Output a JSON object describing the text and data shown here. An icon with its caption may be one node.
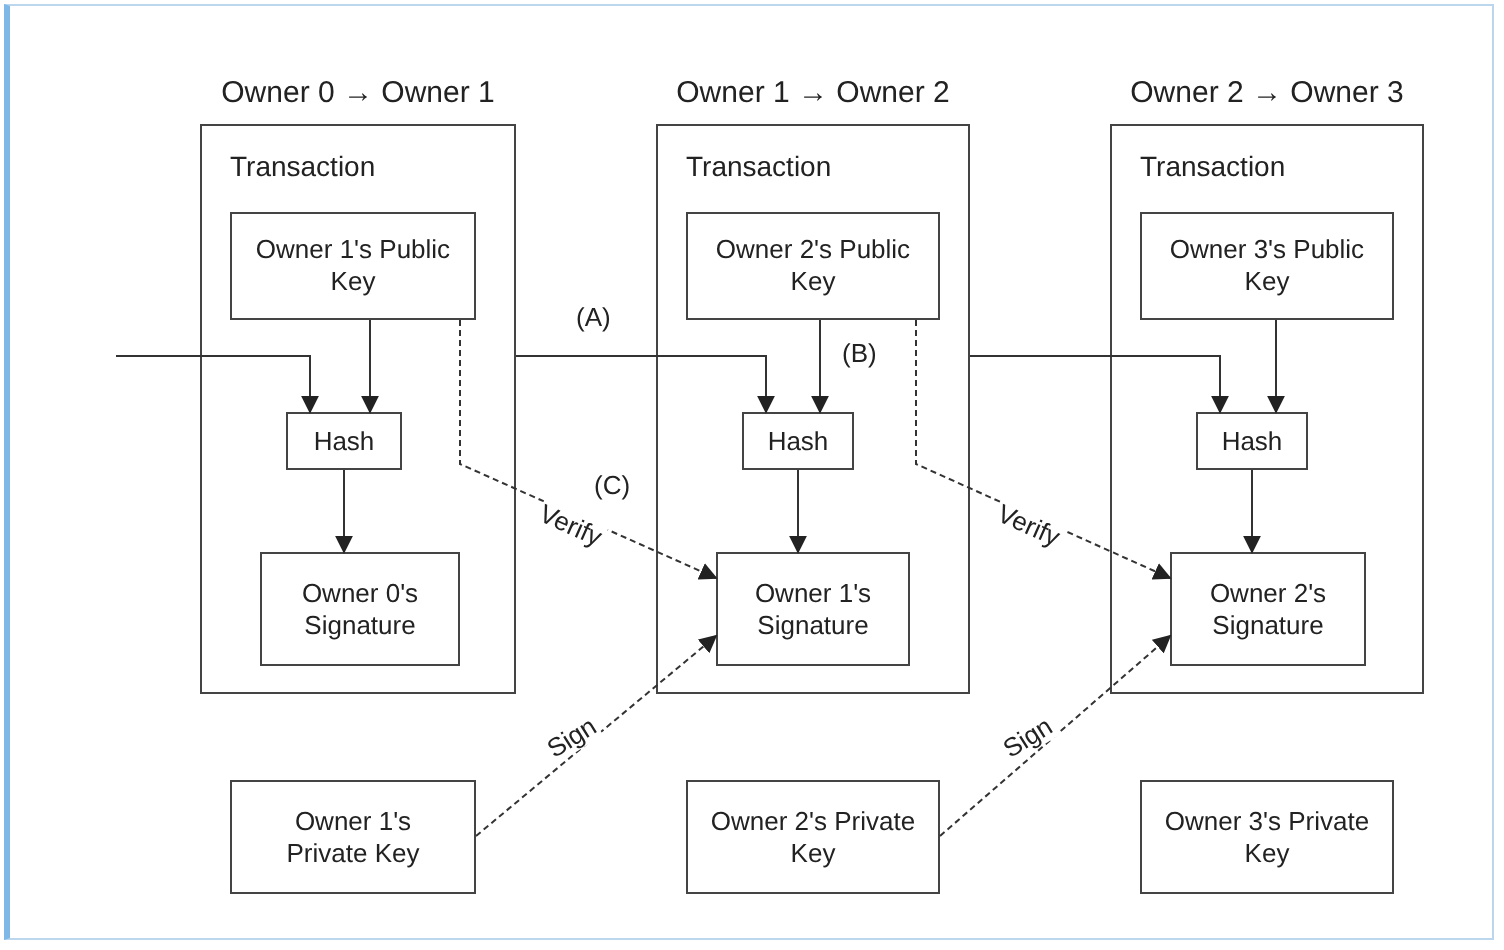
{
  "diagram": {
    "nodes": [
      {
        "text": [
          "Owner 0 → Owner 1",
          "Transaction"
        ]
      },
      {
        "text": [
          "Owner 1's Public Key"
        ],
        "in": 0
      },
      {
        "text": [
          "Hash"
        ],
        "in": 0
      },
      {
        "text": [
          "Owner 0's Signature"
        ],
        "in": 0
      },
      {
        "text": [
          "Owner 1 → Owner 2",
          "Transaction"
        ]
      },
      {
        "text": [
          "Owner 2's Public Key"
        ],
        "in": 4
      },
      {
        "text": [
          "Hash"
        ],
        "in": 4
      },
      {
        "text": [
          "Owner 1's Signature"
        ],
        "in": 4
      },
      {
        "text": [
          "Owner 2 → Owner 3",
          "Transaction"
        ]
      },
      {
        "text": [
          "Owner 3's Public Key"
        ],
        "in": 8
      },
      {
        "text": [
          "Hash"
        ],
        "in": 8
      },
      {
        "text": [
          "Owner 2's Signature"
        ],
        "in": 8
      },
      {
        "text": [
          "Owner 1's Private Key"
        ]
      },
      {
        "text": [
          "Owner 2's Private Key"
        ]
      },
      {
        "text": [
          "Owner 3's Private Key"
        ]
      }
    ],
    "edges": [
      {
        "from": null,
        "to": 2,
        "arrow": "to"
      },
      {
        "from": 1,
        "to": 2,
        "arrow": "to"
      },
      {
        "from": 2,
        "to": 3,
        "arrow": "to"
      },
      {
        "from": 0,
        "to": 6,
        "arrow": "to",
        "label": "(A)"
      },
      {
        "from": 5,
        "to": 6,
        "arrow": "to",
        "label": "(B)"
      },
      {
        "from": 6,
        "to": 7,
        "arrow": "to"
      },
      {
        "from": 1,
        "to": 7,
        "arrow": "to",
        "label": "Verify",
        "style": "dashed"
      },
      {
        "from": 12,
        "to": 7,
        "arrow": "to",
        "label": "Sign",
        "style": "dashed"
      },
      {
        "from": 4,
        "to": 10,
        "arrow": "to"
      },
      {
        "from": 9,
        "to": 10,
        "arrow": "to"
      },
      {
        "from": 10,
        "to": 11,
        "arrow": "to"
      },
      {
        "from": 5,
        "to": 11,
        "arrow": "to",
        "label": "Verify",
        "style": "dashed"
      },
      {
        "from": 13,
        "to": 11,
        "arrow": "to",
        "label": "Sign",
        "style": "dashed"
      }
    ],
    "labels": [
      "(C)"
    ]
  }
}
